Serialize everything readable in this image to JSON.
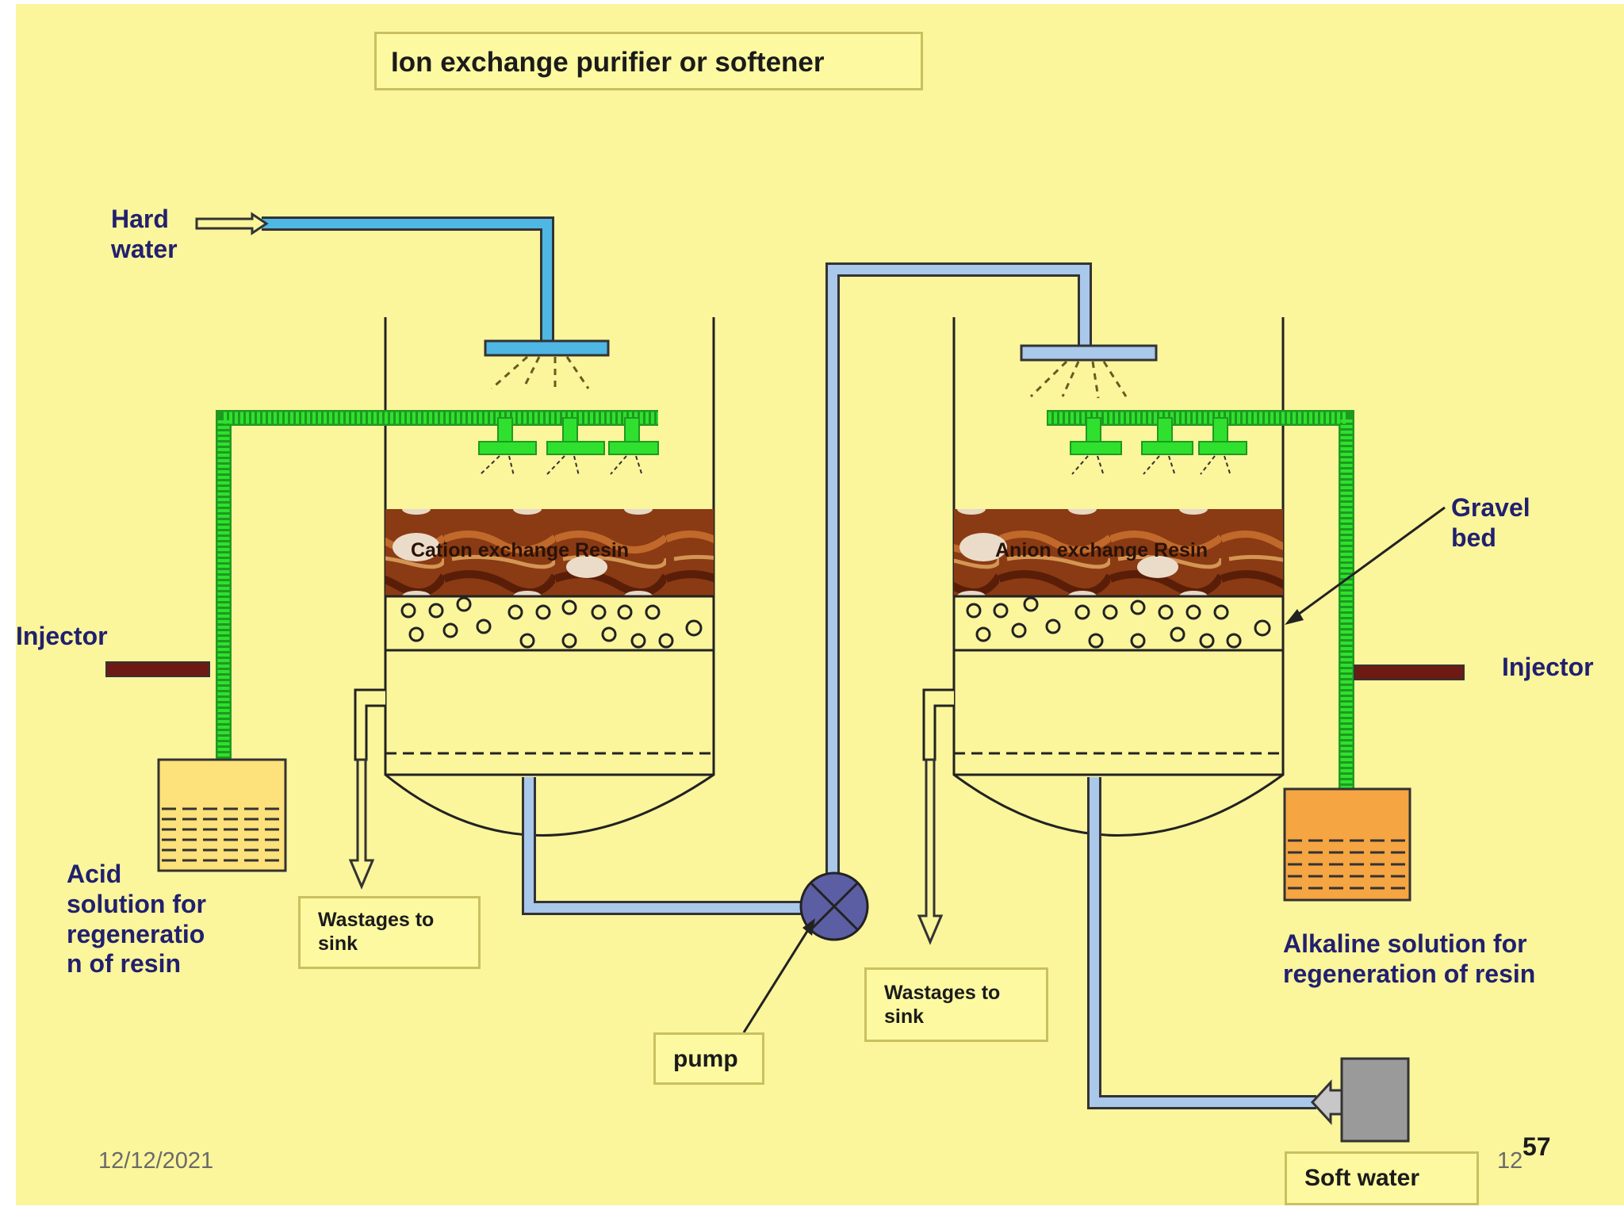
{
  "title": "Ion exchange purifier or softener",
  "labels": {
    "hard_water": "Hard\nwater",
    "injector_left": "Injector",
    "injector_right": "Injector",
    "acid_solution": "Acid\nsolution for\nregeneratio\nn of resin",
    "alkaline_solution": "Alkaline solution for\nregeneration of resin",
    "gravel_bed": "Gravel\nbed",
    "cation_resin": "Cation exchange Resin",
    "anion_resin": "Anion exchange Resin",
    "wastage_left": "Wastages to\nsink",
    "wastage_right": "Wastages to\nsink",
    "pump": "pump",
    "soft_water": "Soft water"
  },
  "footer": {
    "date": "12/12/2021",
    "page": "12",
    "page_overlay": "57"
  },
  "colors": {
    "background": "#fbf59c",
    "hard_water_pipe": "#4fb7e3",
    "treated_water_pipe": "#a9c8ea",
    "regenerant_pipe": "#2fe02f",
    "resin": "#8a3b14",
    "injector": "#6e1a14",
    "acid_tank": "#fde17a",
    "alkaline_tank": "#f6a543",
    "pump": "#5c5ea3",
    "outlet_tap": "#9a9a9a",
    "label_text": "#21206e"
  }
}
